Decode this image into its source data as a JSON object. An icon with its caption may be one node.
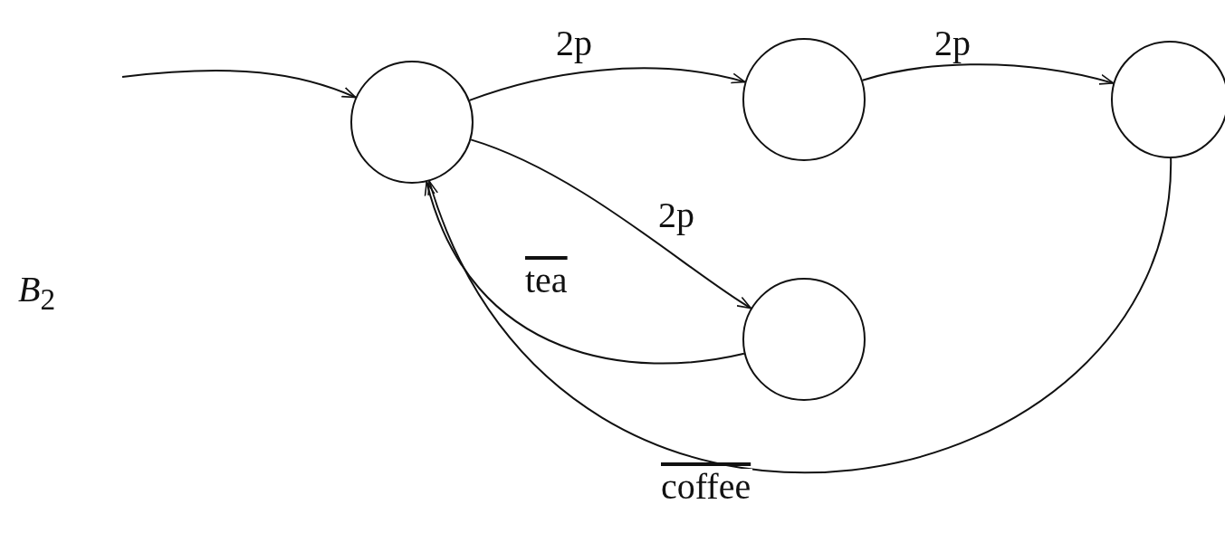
{
  "diagram": {
    "nodes": [
      {
        "text": [],
        "shape": "circle"
      },
      {
        "text": [],
        "shape": "circle"
      },
      {
        "text": [],
        "shape": "circle"
      },
      {
        "text": [],
        "shape": "circle"
      }
    ],
    "edges": [
      {
        "from": null,
        "to": 0,
        "arrow": "to"
      },
      {
        "from": 0,
        "to": 1,
        "arrow": "to",
        "label": "2p"
      },
      {
        "from": 1,
        "to": 2,
        "arrow": "to",
        "label": "2p"
      },
      {
        "from": 0,
        "to": 3,
        "arrow": "to",
        "label": "2p"
      },
      {
        "from": 3,
        "to": 0,
        "arrow": "to",
        "label": "tea"
      },
      {
        "from": 2,
        "to": 0,
        "arrow": "to",
        "label": "coffee"
      }
    ],
    "labels": [
      "*B*$_{2}$"
    ]
  }
}
